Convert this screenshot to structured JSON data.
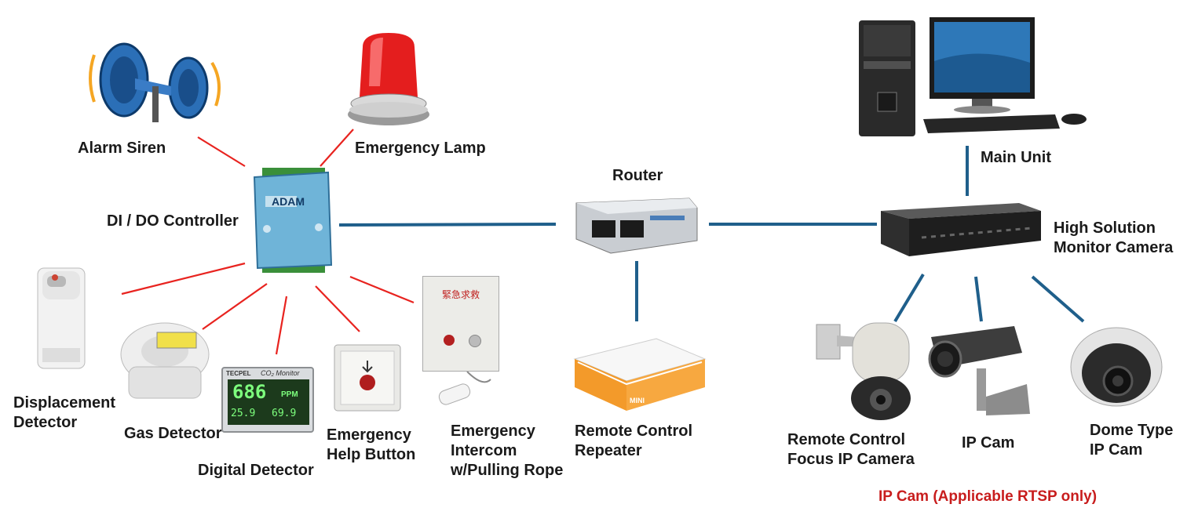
{
  "labels": {
    "alarm_siren": "Alarm Siren",
    "emergency_lamp": "Emergency Lamp",
    "di_do_controller": "DI / DO Controller",
    "router": "Router",
    "main_unit": "Main Unit",
    "high_solution_line1": "High Solution",
    "high_solution_line2": "Monitor Camera",
    "displacement_line1": "Displacement",
    "displacement_line2": "Detector",
    "gas_detector": "Gas Detector",
    "digital_detector": "Digital Detector",
    "help_button_line1": "Emergency",
    "help_button_line2": "Help Button",
    "intercom_line1": "Emergency",
    "intercom_line2": "Intercom",
    "intercom_line3": "w/Pulling Rope",
    "repeater_line1": "Remote Control",
    "repeater_line2": "Repeater",
    "focus_cam_line1": "Remote Control",
    "focus_cam_line2": "Focus IP Camera",
    "ip_cam": "IP Cam",
    "dome_line1": "Dome Type",
    "dome_line2": "IP Cam"
  },
  "device_text": {
    "adam_logo": "ADAM",
    "co2_title": "CO₂ Monitor",
    "co2_brand": "TECPEL",
    "co2_value": "686",
    "co2_unit": "PPM",
    "co2_temp": "25.9",
    "co2_hum": "69.9",
    "intercom_sign": "緊急求救",
    "repeater_brand": "MINI"
  },
  "note": "IP Cam (Applicable RTSP only)",
  "colors": {
    "red_link": "#e8231f",
    "blue_link": "#1f5f8b",
    "note": "#c81d1d"
  }
}
